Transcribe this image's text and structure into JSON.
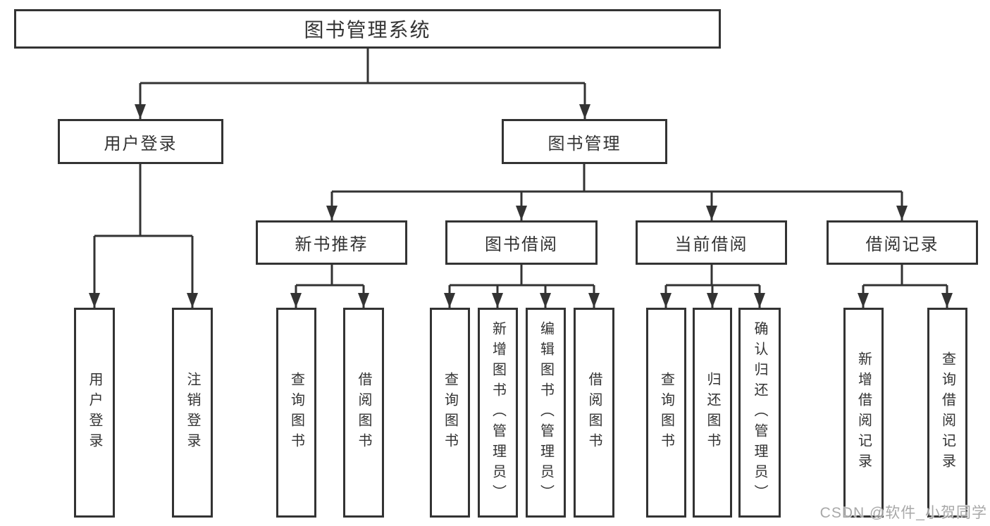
{
  "tree": {
    "root": {
      "label": "图书管理系统"
    },
    "branches": [
      {
        "label": "用户登录",
        "leaves": [
          "用户登录",
          "注销登录"
        ]
      },
      {
        "label": "图书管理",
        "groups": [
          {
            "label": "新书推荐",
            "leaves": [
              "查询图书",
              "借阅图书"
            ]
          },
          {
            "label": "图书借阅",
            "leaves": [
              "查询图书",
              "新增图书（管理员）",
              "编辑图书（管理员）",
              "借阅图书"
            ]
          },
          {
            "label": "当前借阅",
            "leaves": [
              "查询图书",
              "归还图书",
              "确认归还（管理员）"
            ]
          },
          {
            "label": "借阅记录",
            "leaves": [
              "新增借阅记录",
              "查询借阅记录"
            ]
          }
        ]
      }
    ]
  },
  "watermark": "CSDN @软件_小贺同学",
  "colors": {
    "line": "#333333",
    "text": "#333333",
    "box_background": "#ffffff",
    "watermark": "#9e9e9e",
    "background": "#ffffff"
  }
}
